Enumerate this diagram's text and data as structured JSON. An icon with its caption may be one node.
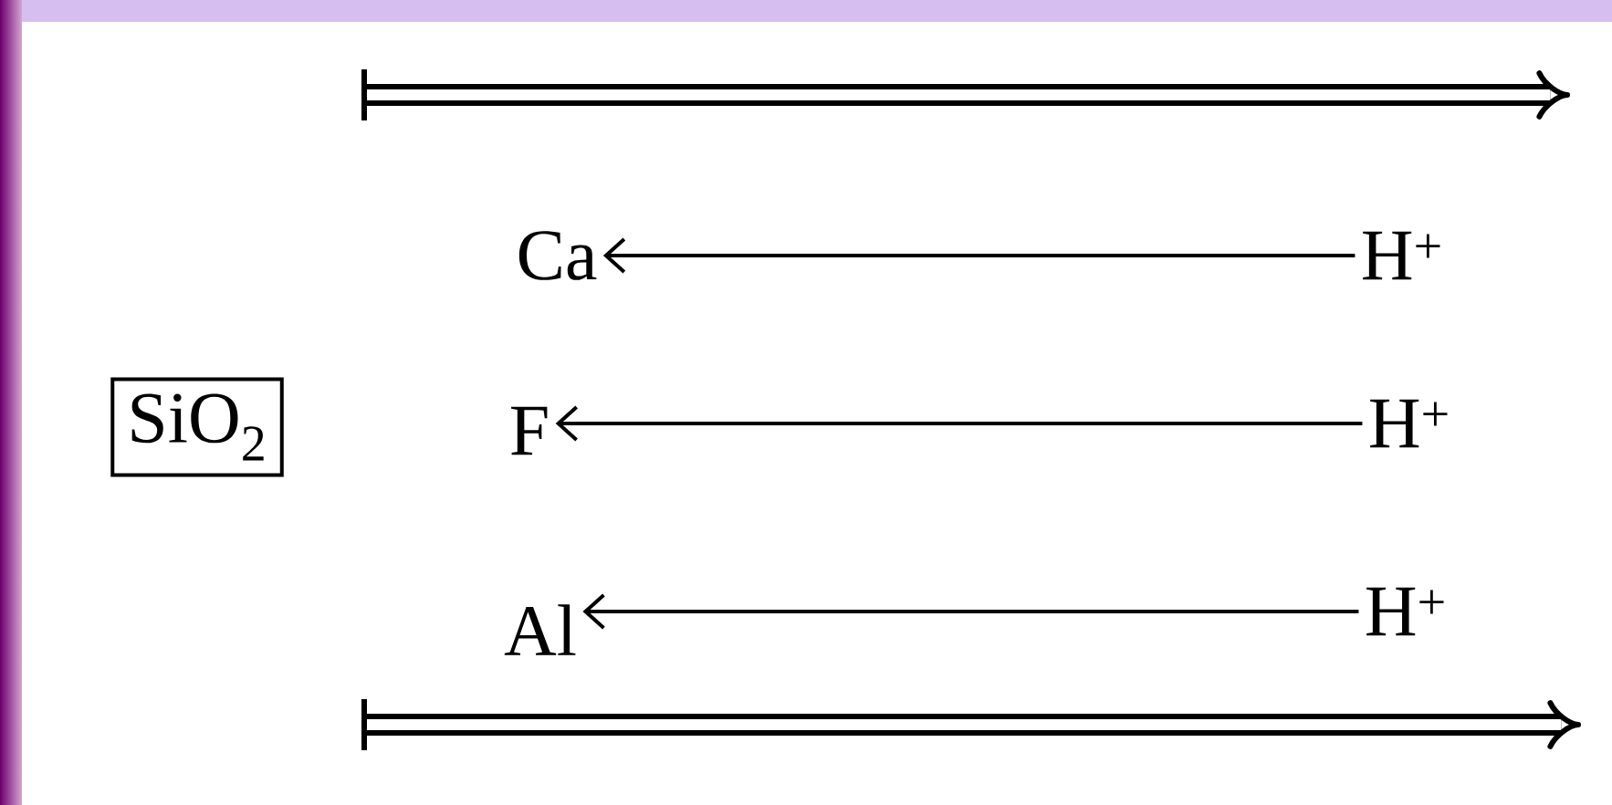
{
  "diagram": {
    "nodes": [
      {
        "text": [
          "SiO$_{2}$"
        ]
      },
      {
        "text": [
          "Ca"
        ]
      },
      {
        "text": [
          "F"
        ]
      },
      {
        "text": [
          "Al"
        ]
      },
      {
        "text": [
          "H$^{+}$"
        ]
      },
      {
        "text": [
          "H$^{+}$"
        ]
      },
      {
        "text": [
          "H$^{+}$"
        ]
      }
    ],
    "edges": [
      {
        "from": 4,
        "to": 1,
        "arrow": "to"
      },
      {
        "from": 5,
        "to": 2,
        "arrow": "to"
      },
      {
        "from": 6,
        "to": 3,
        "arrow": "to"
      }
    ]
  }
}
